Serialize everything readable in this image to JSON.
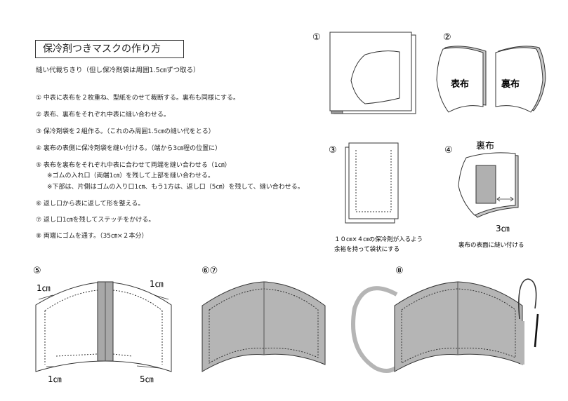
{
  "title": "保冷剤つきマスクの作り方",
  "subtitle": "縫い代裁ちきり（但し保冷剤袋は周囲1.5㎝ずつ取る）",
  "steps": [
    {
      "text": "① 中表に表布を２枚重ね、型紙をのせて裁断する。裏布も同様にする。"
    },
    {
      "text": "② 表布、裏布をそれぞれ中表に縫い合わせる。"
    },
    {
      "text": "③ 保冷剤袋を２組作る。（これのみ周囲1.5㎝の縫い代をとる）"
    },
    {
      "text": "④ 裏布の表側に保冷剤袋を縫い付ける。（端から3㎝程の位置に）"
    },
    {
      "text": "⑤ 表布を裏布をそれぞれ中表に合わせて両端を縫い合わせる（1㎝）",
      "notes": [
        "※ゴムの入れ口（両端1㎝）を残して上部を縫い合わせる。",
        "※下部は、片側はゴムの入り口1㎝、もう1方は、返し口（5㎝）を残して、縫い合わせる。"
      ]
    },
    {
      "text": "⑥ 返し口から表に返して形を整える。"
    },
    {
      "text": "⑦ 返し口1㎝を残してステッチをかける。"
    },
    {
      "text": "⑧ 両端にゴムを通す。（35㎝×２本分）"
    }
  ],
  "figures": {
    "fig1": {
      "num": "①"
    },
    "fig2": {
      "num": "②",
      "left_label": "表布",
      "right_label": "裏布"
    },
    "fig3": {
      "num": "③",
      "caption_line1": "１０㎝×４㎝の保冷剤が入るよう",
      "caption_line2": "余裕を持って袋状にする"
    },
    "fig4": {
      "num": "④",
      "top_label": "裏布",
      "dim_label": "3㎝",
      "caption": "裏布の表面に縫い付ける"
    },
    "fig5": {
      "num": "⑤",
      "dim_top_left": "1㎝",
      "dim_top_right": "1㎝",
      "dim_bottom_left": "1㎝",
      "dim_bottom_right": "5㎝"
    },
    "fig67": {
      "num": "⑥⑦"
    },
    "fig8": {
      "num": "⑧"
    }
  },
  "colors": {
    "fabric_gray": "#b5b5b5",
    "dark_gray": "#7a7a7a",
    "line": "#333333"
  }
}
